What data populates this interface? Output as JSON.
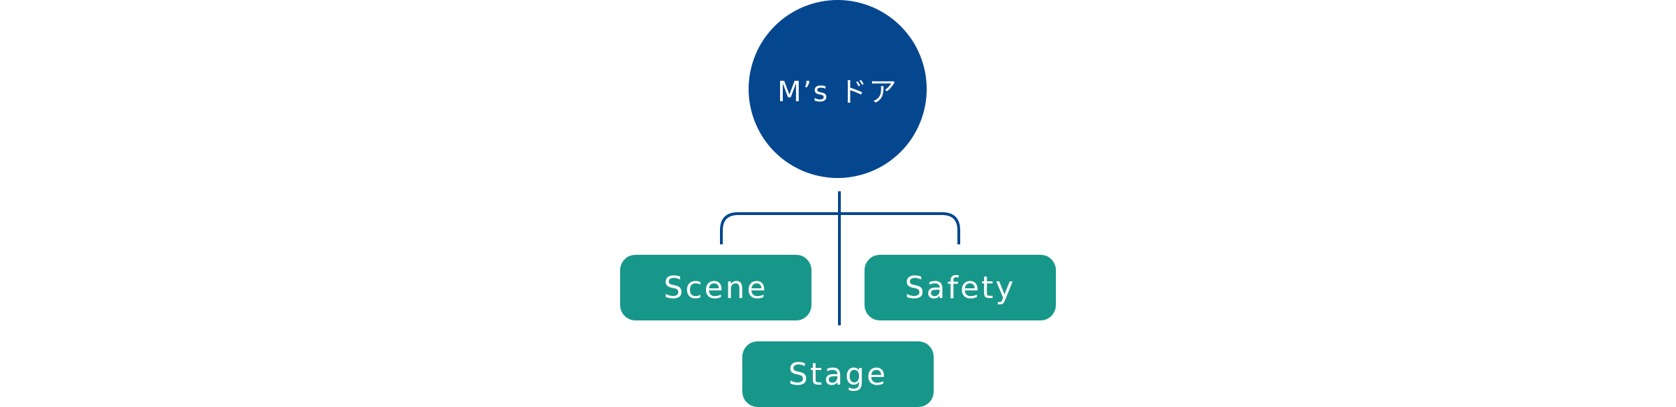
{
  "colors": {
    "root": "#04478f",
    "node": "#17978a",
    "connector": "#04478f",
    "text": "#ffffff"
  },
  "root": {
    "label": "M’s ドア"
  },
  "nodes": {
    "scene": "Scene",
    "safety": "Safety",
    "stage": "Stage"
  }
}
